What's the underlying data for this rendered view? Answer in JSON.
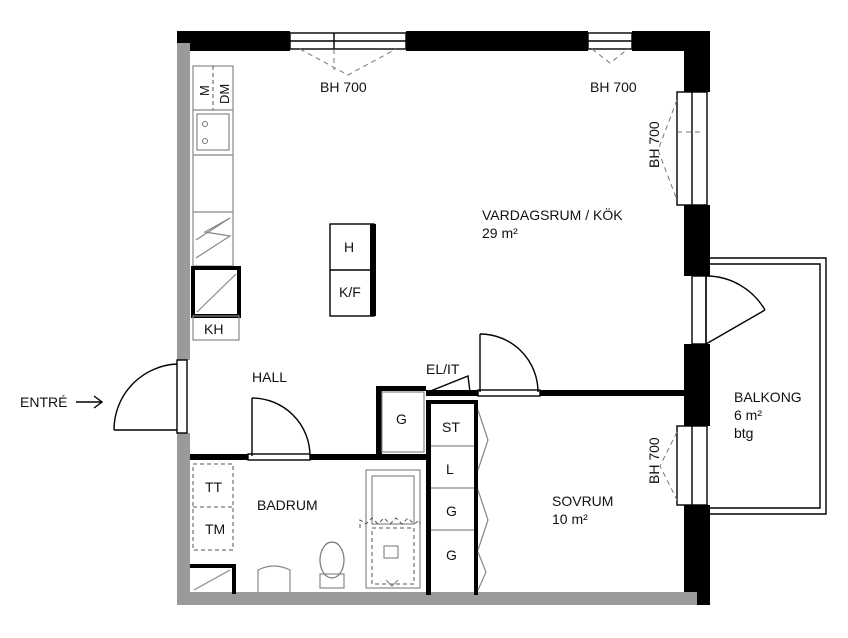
{
  "rooms": {
    "living": {
      "name": "VARDAGSRUM / KÖK",
      "area": "29 m²"
    },
    "bedroom": {
      "name": "SOVRUM",
      "area": "10 m²"
    },
    "bathroom": {
      "name": "BADRUM"
    },
    "hall": {
      "name": "HALL"
    },
    "balcony": {
      "name": "BALKONG",
      "area": "6 m²",
      "note": "btg"
    }
  },
  "windows": {
    "top_left": "BH 700",
    "top_right": "BH 700",
    "right_upper": "BH 700",
    "right_lower": "BH 700"
  },
  "entrance": {
    "label": "ENTRÉ"
  },
  "fixtures": {
    "fridge": "M",
    "dishwasher": "DM",
    "island_top": "H",
    "island_bottom": "K/F",
    "hall_closet": "KH",
    "electric": "EL/IT",
    "hall_wardrobe": "G",
    "washer": "TT",
    "dryer": "TM",
    "wardrobes": [
      "ST",
      "L",
      "G",
      "G"
    ]
  }
}
